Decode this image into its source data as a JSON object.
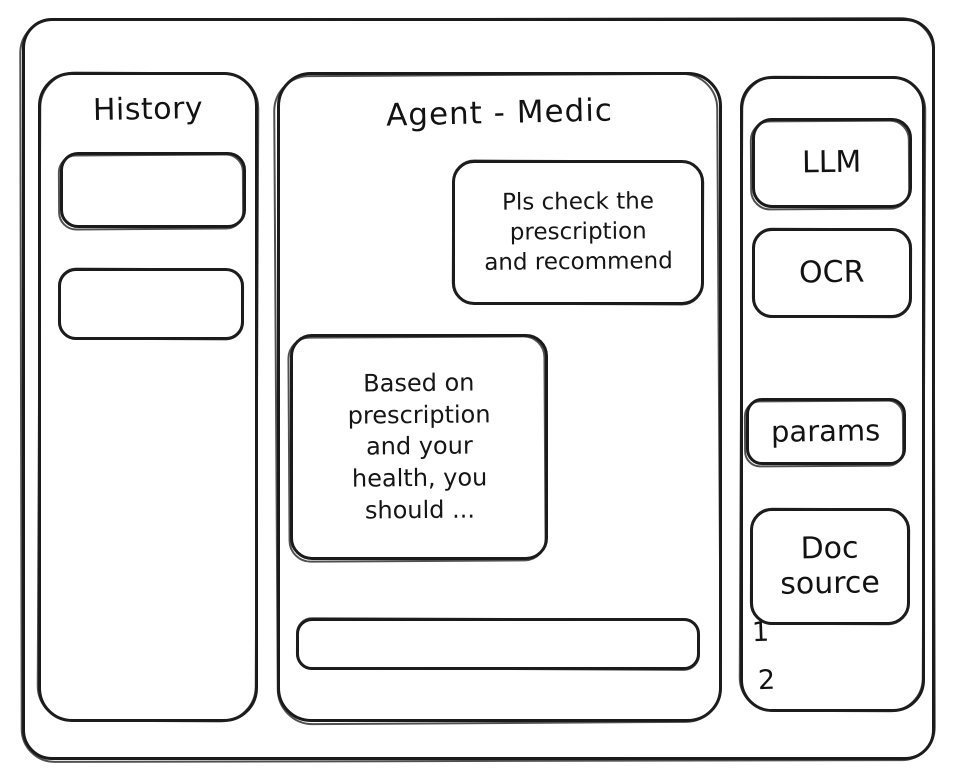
{
  "window": {
    "frame_label": "app-window"
  },
  "sidebar": {
    "title": "History",
    "items": [
      {
        "label": ""
      },
      {
        "label": ""
      }
    ]
  },
  "main": {
    "title": "Agent - Medic",
    "messages": [
      {
        "role": "user",
        "text": "Pls check the\nprescription\nand recommend"
      },
      {
        "role": "assistant",
        "text": "Based on\nprescription\nand your\nhealth, you\nshould ..."
      }
    ],
    "composer": {
      "value": "",
      "placeholder": ""
    }
  },
  "tools": {
    "cards": [
      {
        "label": "LLM"
      },
      {
        "label": "OCR"
      },
      {
        "label": "params"
      },
      {
        "label": "Doc\nsource"
      }
    ],
    "doc_sources": [
      {
        "label": "1"
      },
      {
        "label": "2"
      }
    ]
  },
  "style": {
    "ink": "#1a1a1a",
    "background": "#ffffff"
  }
}
